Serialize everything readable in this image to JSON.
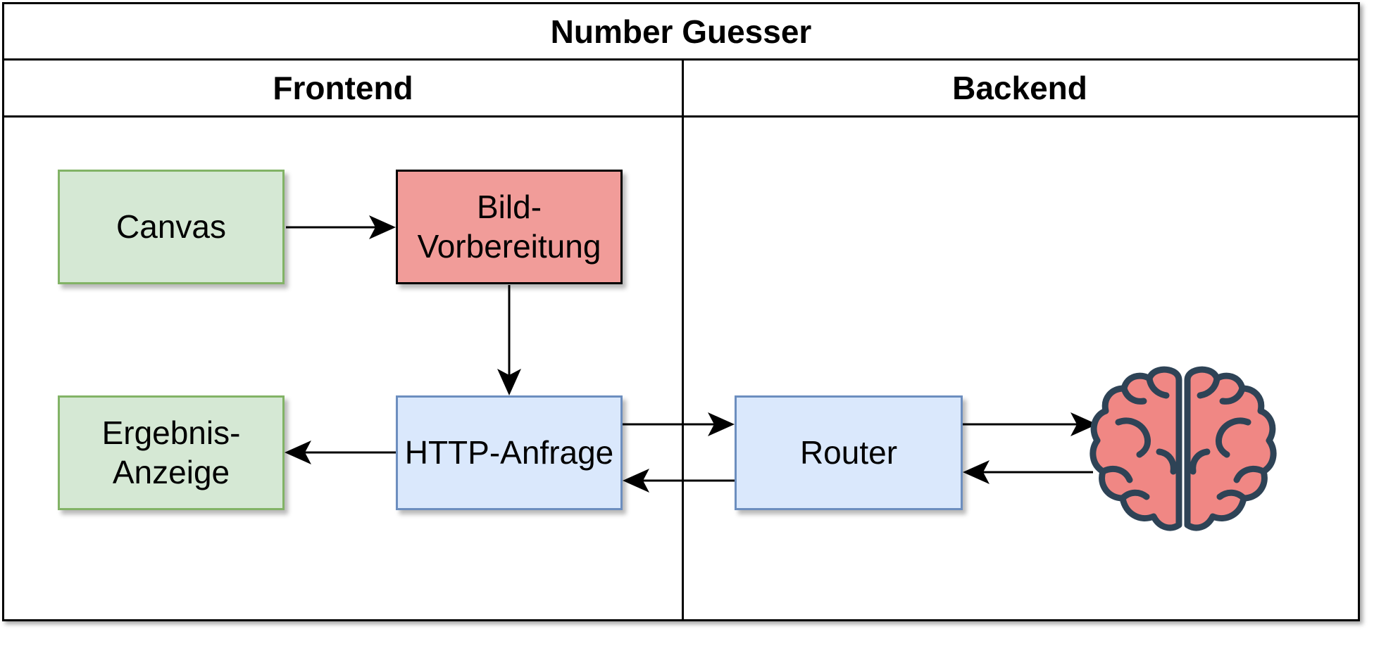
{
  "title": "Number Guesser",
  "lanes": {
    "frontend": "Frontend",
    "backend": "Backend"
  },
  "nodes": {
    "canvas": "Canvas",
    "bild_line1": "Bild-",
    "bild_line2": "Vorbereitung",
    "ergebnis_line1": "Ergebnis-",
    "ergebnis_line2": "Anzeige",
    "http": "HTTP-Anfrage",
    "router": "Router"
  },
  "icons": {
    "model": "brain-icon"
  },
  "colors": {
    "green_fill": "#d5e8d4",
    "green_stroke": "#82b366",
    "red_fill": "#f19c99",
    "blue_fill": "#dae8fc",
    "blue_stroke": "#6c8ebf",
    "brain_fill": "#f08784",
    "brain_stroke": "#2e4356"
  }
}
